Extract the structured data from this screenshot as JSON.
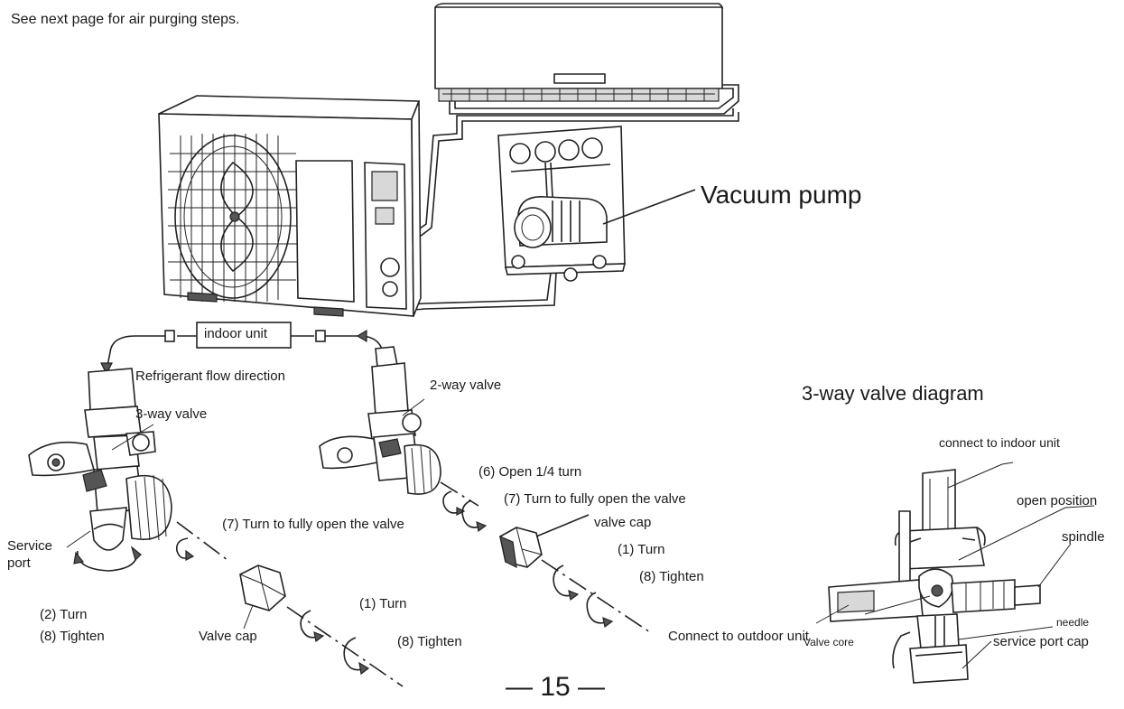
{
  "header": {
    "note": "See next page for air purging steps."
  },
  "equipment": {
    "vacuum_pump": "Vacuum pump",
    "indoor_unit_box": "indoor unit",
    "flow_direction": "Refrigerant flow direction"
  },
  "three_way_valve": {
    "name": "3-way valve",
    "service_port": "Service port",
    "turn": "(2) Turn",
    "tighten": "(8) Tighten",
    "open_step": "(7) Turn to fully open the valve",
    "valve_cap": "Valve cap",
    "cap_turn": "(1) Turn",
    "cap_tighten": "(8) Tighten"
  },
  "two_way_valve": {
    "name": "2-way valve",
    "open_quarter": "(6) Open 1/4 turn",
    "open_step": "(7) Turn to fully open the valve",
    "valve_cap": "valve cap",
    "cap_turn": "(1) Turn",
    "cap_tighten": "(8) Tighten"
  },
  "valve_diagram": {
    "title": "3-way valve diagram",
    "connect_indoor": "connect to indoor unit",
    "open_position": "open position",
    "spindle": "spindle",
    "needle": "needle",
    "connect_outdoor": "Connect to outdoor unit",
    "valve_core": "Valve core",
    "service_port_cap": "service port cap"
  },
  "footer": {
    "page_number": "— 15 —"
  }
}
